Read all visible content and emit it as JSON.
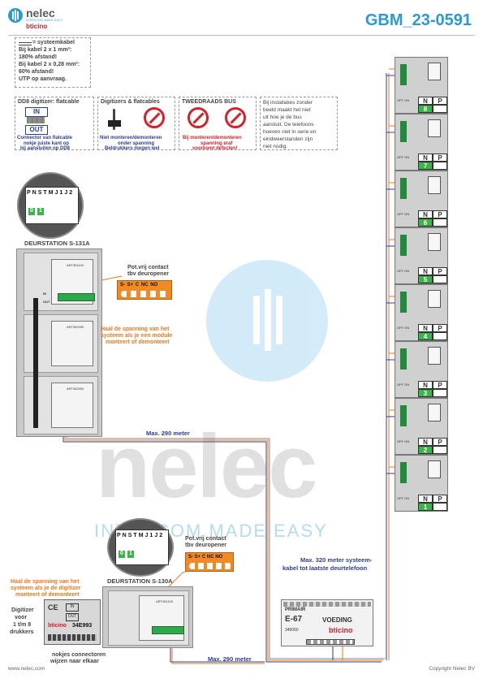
{
  "header": {
    "brand_name": "nelec",
    "brand_tagline": "INTERCOM MADE EASY",
    "brand_sub": "bticino",
    "doc_code": "GBM_23-0591"
  },
  "notes": {
    "cable_title": "= systeemkabel",
    "cable_lines": [
      "Bij kabel 2 x 1 mm²:",
      "180% afstand!",
      "Bij kabel 2 x 0,28 mm²:",
      "60% afstand!",
      "UTP op aanvraag."
    ],
    "dd8_title": "DD8 digitizer: flatcable",
    "dd8_in": "IN",
    "dd8_out": "OUT",
    "dd8_text": [
      "Connector van flatcable",
      "nokje juiste kant op",
      "bij aansluiten op DD8"
    ],
    "flat_title": "Digitizers & flatcables",
    "flat_text": [
      "Niet monteren/demonteren",
      "onder spanning",
      "Beldrukkers mogen wel"
    ],
    "bus_title": "TWEEDRAADS BUS",
    "bus_text": [
      "Bij monteren/demonteren",
      "spanning eraf",
      "voorkomt defecten!"
    ],
    "install_text": [
      "Bij installaties zonder",
      "beeld maakt het niet",
      "uit hoe je de bus",
      "aansluit. De telefoons",
      "hoeven niet in serie en",
      "eindweerstanden zijn",
      "niet nodig."
    ]
  },
  "station_a": {
    "title": "DEURSTATION S-131A",
    "terminals": [
      "P",
      "N",
      "S",
      "T",
      "M",
      "J1",
      "J2"
    ],
    "settings": [
      "0",
      "1"
    ],
    "module_code": "ART351100",
    "module_code_2": "ART352000",
    "in_label": "IN",
    "out_label": "OUT",
    "contact_title": [
      "Pot.vrij contact",
      "tbv deuropener"
    ],
    "contact_terms": [
      "S-",
      "S+",
      "C",
      "NC",
      "NO"
    ],
    "warning": [
      "Haal de spanning van het",
      "systeem als je een module",
      "monteert of demonteert"
    ]
  },
  "station_b": {
    "title": "DEURSTATION S-130A",
    "terminals": [
      "P",
      "N",
      "S",
      "T",
      "M",
      "J1",
      "J2"
    ],
    "settings": [
      "0",
      "1"
    ],
    "module_code": "ART351100",
    "contact_title": [
      "Pot.vrij contact",
      "tbv deuropener"
    ],
    "contact_terms": [
      "S-",
      "S+",
      "C",
      "NC",
      "NO"
    ],
    "warning": [
      "Haal de spanning van het",
      "systeem als je de digitizer",
      "monteert of demonteert"
    ],
    "digitizer_label": [
      "Digitizer",
      "voor",
      "1 t/m 8",
      "drukkers"
    ],
    "digitizer_code": "34E993",
    "digitizer_in": "IN",
    "digitizer_out": "OUT",
    "connector_note": [
      "nokjes connectoren",
      "wijzen naar elkaar"
    ]
  },
  "distances": {
    "top": "Max. 290 meter",
    "bottom": "Max. 290 meter",
    "system": [
      "Max. 320 meter systeem-",
      "kabel tot laatste deurtelefoon"
    ]
  },
  "psu": {
    "primair": "PRIMAIR",
    "model": "E-67",
    "label": "VOEDING",
    "code": "346050",
    "brand": "bticino"
  },
  "phones": {
    "n_label": "N",
    "p_label": "P",
    "off_on": "OFF ON",
    "numbers": [
      "8",
      "7",
      "6",
      "5",
      "4",
      "3",
      "2",
      "1"
    ]
  },
  "footer": {
    "left": "www.nelec.com",
    "right": "Copyright Nelec BV"
  },
  "watermark": {
    "word": "nelec",
    "tagline": "INTERCOM MADE EASY"
  },
  "colors": {
    "accent": "#2a9ad6",
    "orange": "#e87a1e",
    "navy": "#2c3e8f",
    "green": "#3bb54a",
    "bticino": "#d4212b"
  }
}
